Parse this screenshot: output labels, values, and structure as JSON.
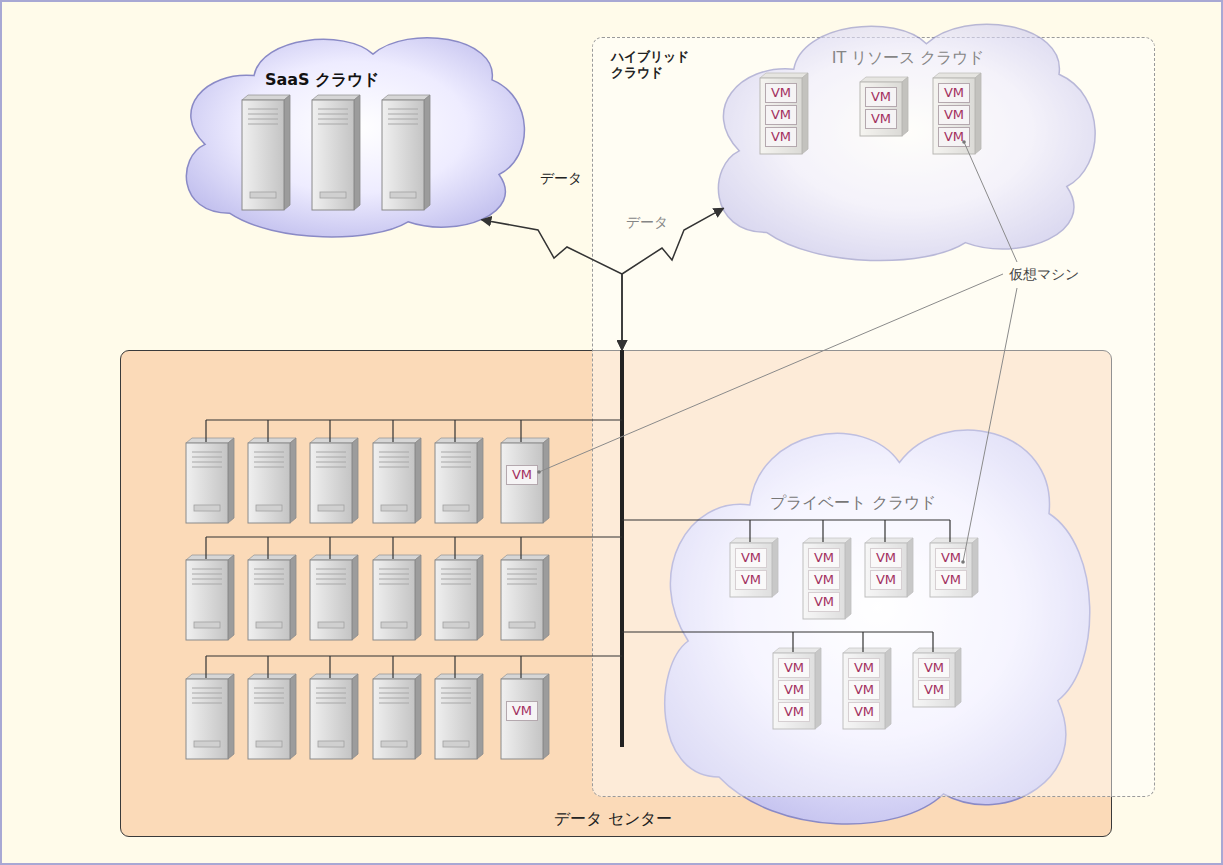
{
  "diagram": {
    "nodes": [
      {
        "text": [
          "SaaS クラウド"
        ]
      },
      {
        "text": [
          "ハイブリッド クラウド"
        ]
      },
      {
        "text": [
          "IT リソース クラウド"
        ],
        "in": 1
      },
      {
        "text": [
          "VM"
        ],
        "in": 2
      },
      {
        "text": [
          "VM"
        ],
        "in": 2
      },
      {
        "text": [
          "VM"
        ],
        "in": 2
      },
      {
        "text": [
          "VM"
        ],
        "in": 2
      },
      {
        "text": [
          "VM"
        ],
        "in": 2
      },
      {
        "text": [
          "VM"
        ],
        "in": 2
      },
      {
        "text": [
          "VM"
        ],
        "in": 2
      },
      {
        "text": [
          "VM"
        ],
        "in": 2
      },
      {
        "text": [
          "データ センター"
        ]
      },
      {
        "text": [
          "VM"
        ],
        "in": 11
      },
      {
        "text": [
          "VM"
        ],
        "in": 11
      },
      {
        "text": [
          "プライベート クラウド"
        ],
        "in": 11
      },
      {
        "text": [
          "VM"
        ],
        "in": 14
      },
      {
        "text": [
          "VM"
        ],
        "in": 14
      },
      {
        "text": [
          "VM"
        ],
        "in": 14
      },
      {
        "text": [
          "VM"
        ],
        "in": 14
      },
      {
        "text": [
          "VM"
        ],
        "in": 14
      },
      {
        "text": [
          "VM"
        ],
        "in": 14
      },
      {
        "text": [
          "VM"
        ],
        "in": 14
      },
      {
        "text": [
          "VM"
        ],
        "in": 14
      },
      {
        "text": [
          "VM"
        ],
        "in": 14
      },
      {
        "text": [
          "VM"
        ],
        "in": 14
      },
      {
        "text": [
          "VM"
        ],
        "in": 14
      },
      {
        "text": [
          "VM"
        ],
        "in": 14
      },
      {
        "text": [
          "VM"
        ],
        "in": 14
      },
      {
        "text": [
          "VM"
        ],
        "in": 14
      },
      {
        "text": [
          "VM"
        ],
        "in": 14
      },
      {
        "text": [
          "VM"
        ],
        "in": 14
      },
      {
        "text": [
          "VM"
        ],
        "in": 14
      }
    ],
    "edges": [
      {
        "from": 11,
        "to": 0,
        "label": "データ",
        "arrow": "both"
      },
      {
        "from": 11,
        "to": 2,
        "label": "データ",
        "arrow": "both"
      }
    ],
    "labels": [
      "仮想マシン"
    ]
  }
}
